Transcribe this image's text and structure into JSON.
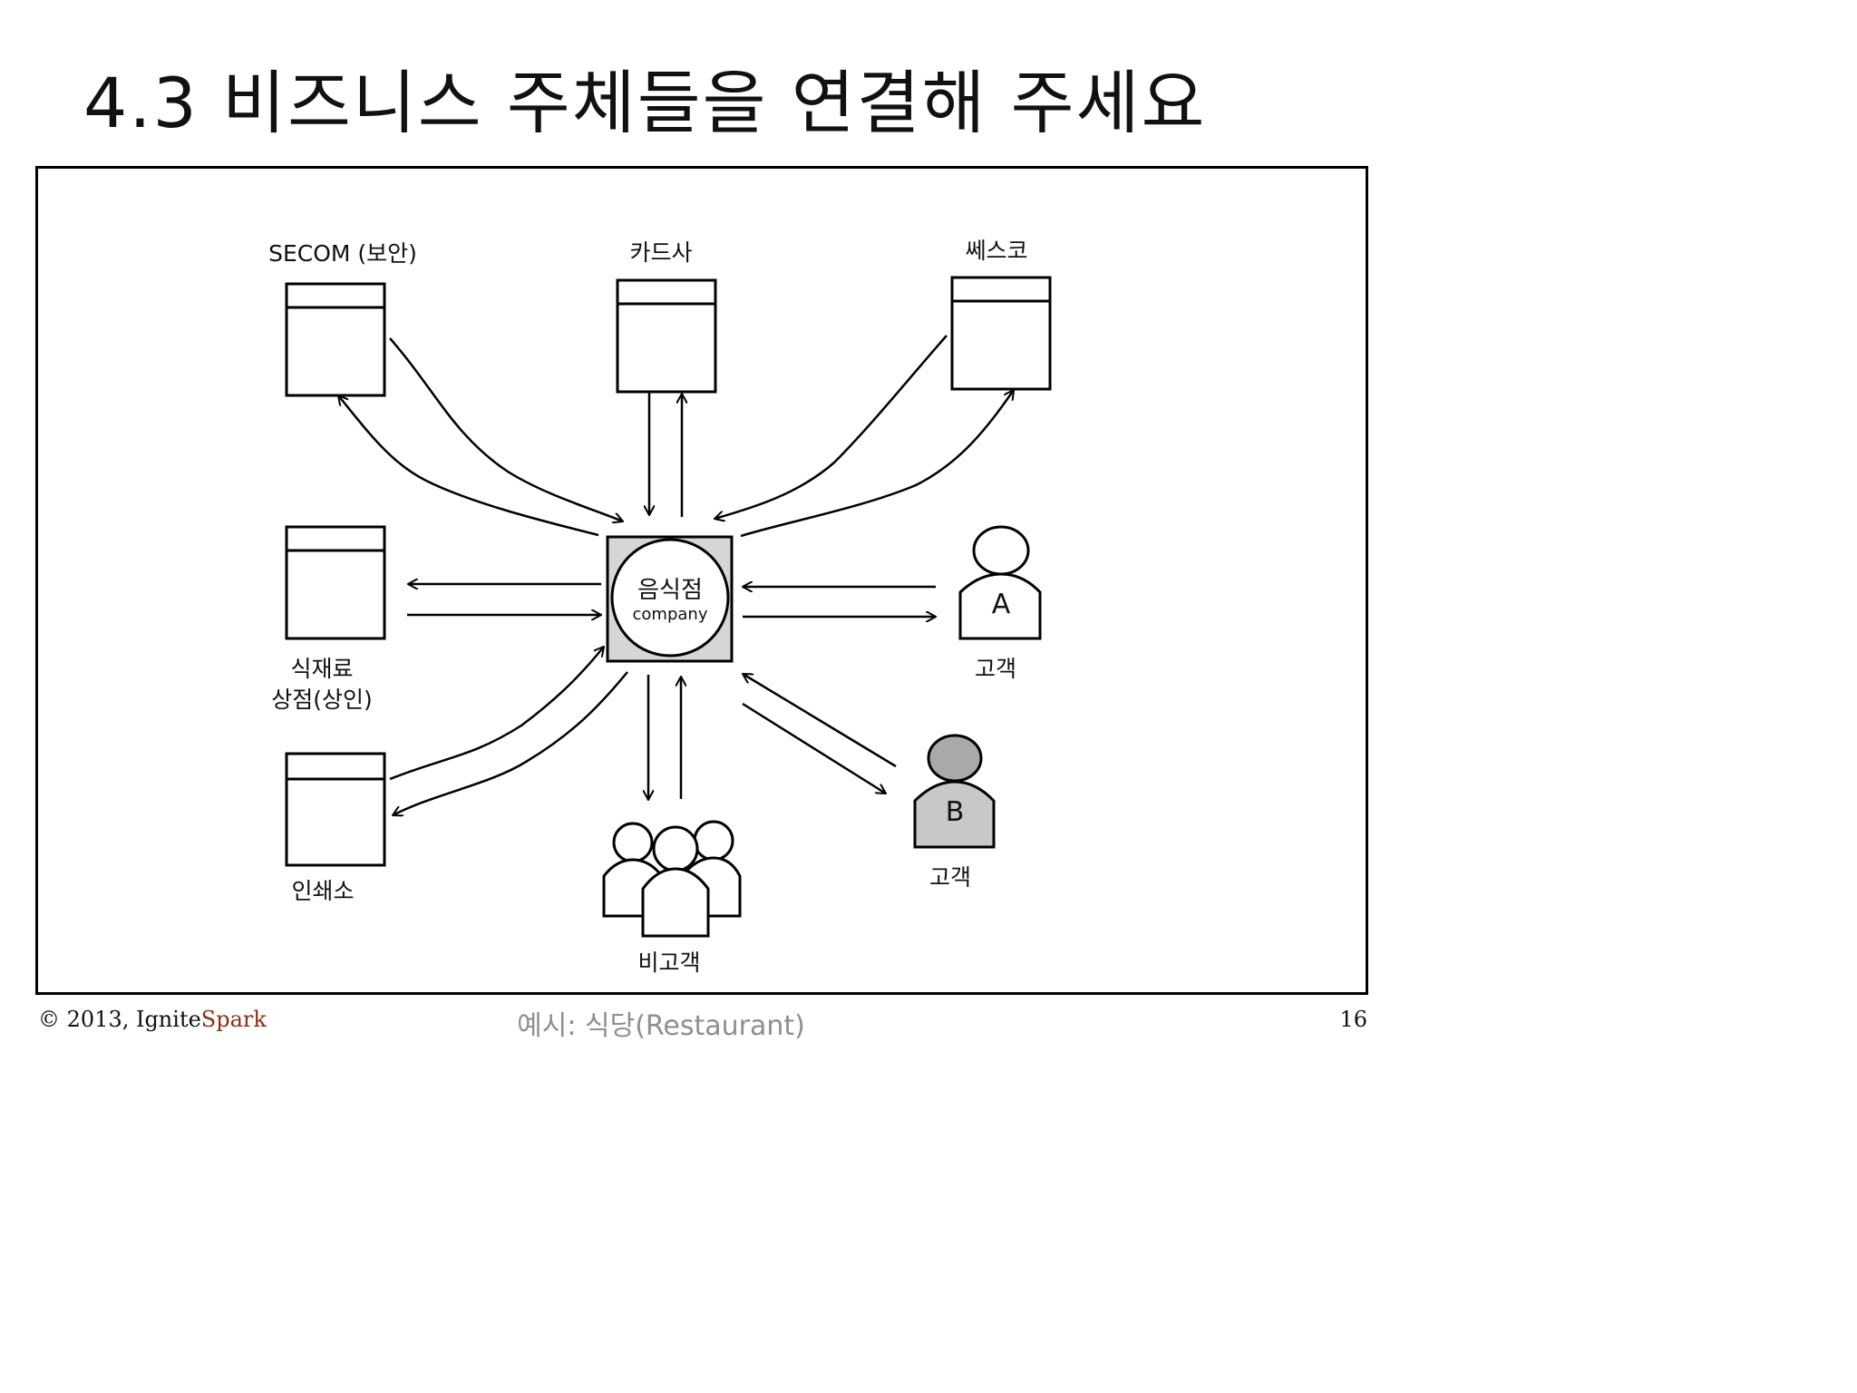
{
  "title": "4.3 비즈니스 주체들을 연결해 주세요",
  "hub": {
    "name": "음식점",
    "sub": "company"
  },
  "entities": {
    "secom": "SECOM (보안)",
    "card": "카드사",
    "sesco": "쎄스코",
    "supplier_line1": "식재료",
    "supplier_line2": "상점(상인)",
    "print": "인쇄소",
    "customer_a_letter": "A",
    "customer_a_label": "고객",
    "customer_b_letter": "B",
    "customer_b_label": "고객",
    "noncustomer": "비고객"
  },
  "footer": {
    "copyright": "© 2013, Ignite",
    "brand": "Spark",
    "example": "예시: 식당(Restaurant)",
    "page": "16"
  },
  "colors": {
    "hub_fill": "#d6d6d6",
    "customer_b_fill": "#c8c8c8",
    "brand": "#8a2f0c",
    "footer_gray": "#8f8f8f"
  }
}
